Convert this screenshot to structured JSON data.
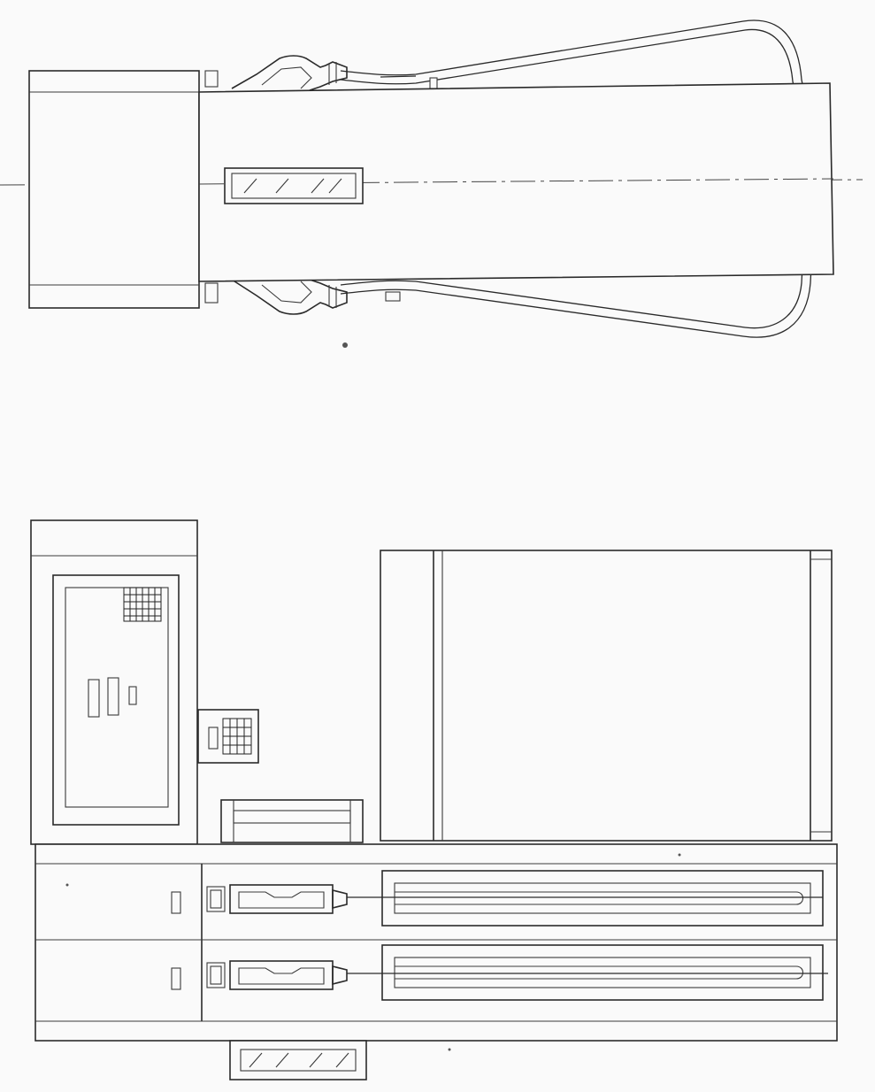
{
  "drawing": {
    "top_view": {
      "components": [
        "pump-housing",
        "header-box",
        "display-window",
        "upper-nozzle",
        "lower-nozzle",
        "upper-hose",
        "lower-hose",
        "center-line"
      ]
    },
    "front_view": {
      "components": [
        "electronics-cabinet",
        "display-panel",
        "keypad",
        "nozzle-holder",
        "upper-nozzle",
        "lower-nozzle",
        "hose-channel-upper",
        "hose-channel-lower",
        "side-panel",
        "base-foot"
      ]
    },
    "colors": {
      "line": "#2a2a2a",
      "paper": "#fafafa"
    }
  }
}
